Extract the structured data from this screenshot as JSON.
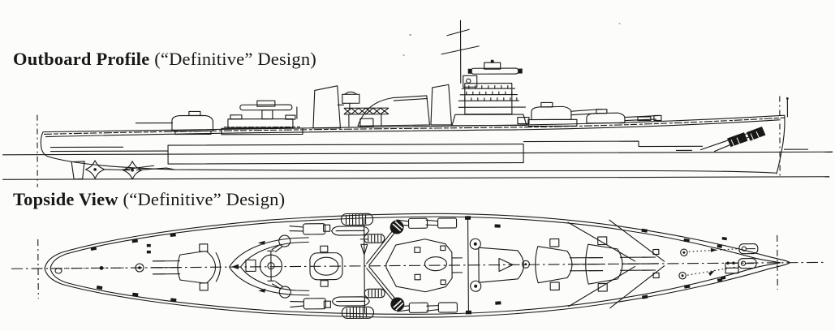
{
  "page": {
    "background": "#fcfcfa",
    "ink": "#181818"
  },
  "captions": {
    "profile_bold": "Outboard Profile",
    "profile_rest": " (“Definitive” Design)",
    "topside_bold": "Topside View",
    "topside_rest": " (“Definitive” Design)"
  }
}
